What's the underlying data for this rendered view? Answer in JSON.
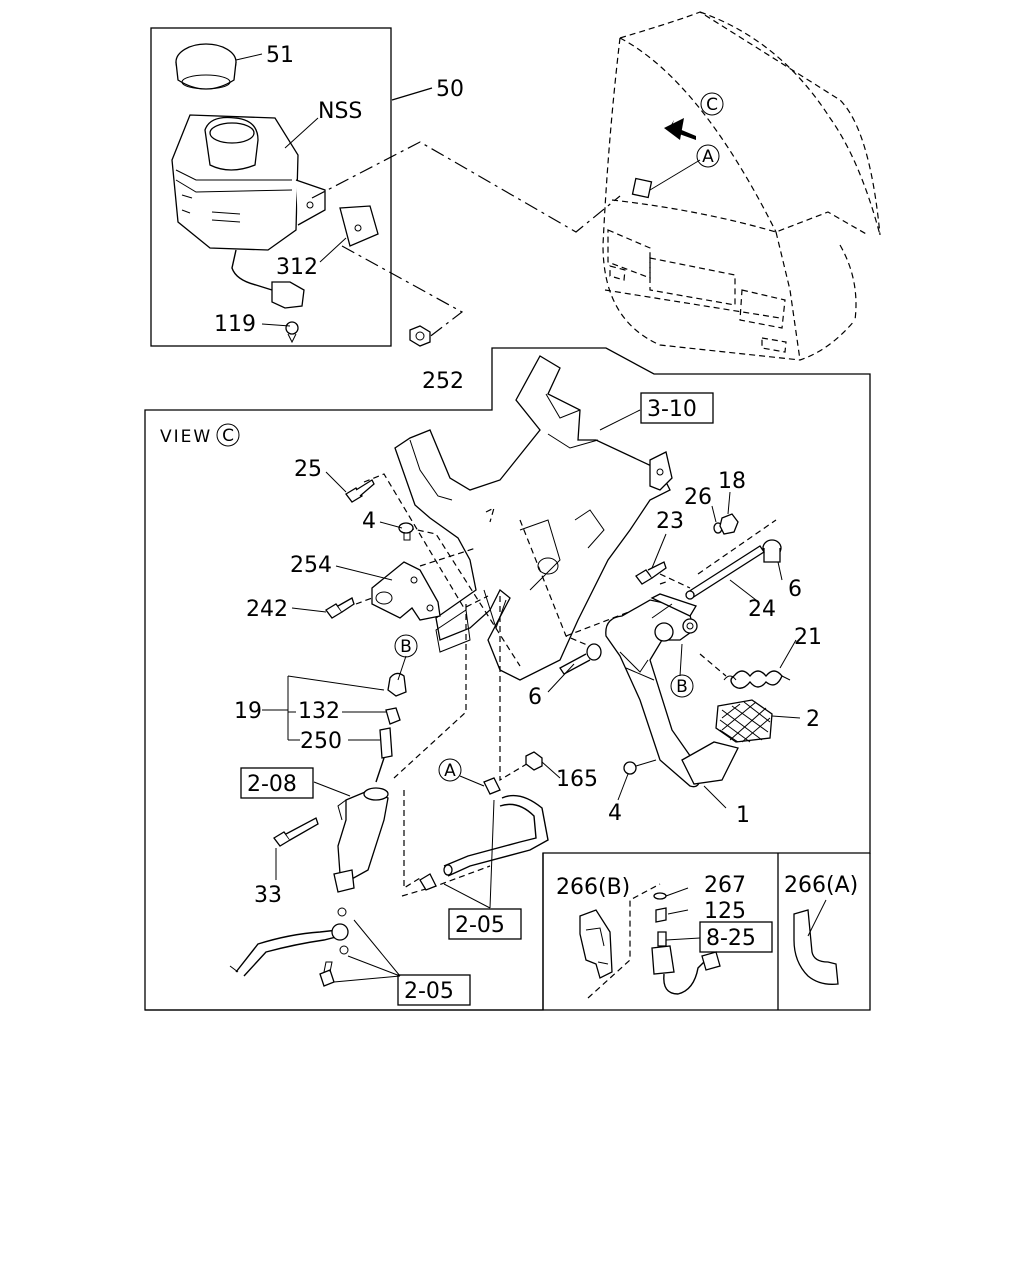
{
  "view_label": "VIEW",
  "circle_refs": {
    "c": "C",
    "a": "A",
    "b": "B"
  },
  "labels": {
    "p51": "51",
    "nss": "NSS",
    "p50": "50",
    "p312": "312",
    "p119": "119",
    "p252": "252",
    "p3_10": "3-10",
    "p25": "25",
    "p4a": "4",
    "p254": "254",
    "p242": "242",
    "p26": "26",
    "p18": "18",
    "p23": "23",
    "p6a": "6",
    "p24": "24",
    "p21": "21",
    "p6b": "6",
    "p2": "2",
    "p19": "19",
    "p132": "132",
    "p250": "250",
    "p2_08": "2-08",
    "p165": "165",
    "p4b": "4",
    "p1": "1",
    "p33": "33",
    "p2_05a": "2-05",
    "p2_05b": "2-05",
    "p266b": "266(B)",
    "p267": "267",
    "p125": "125",
    "p8_25": "8-25",
    "p266a": "266(A)"
  }
}
